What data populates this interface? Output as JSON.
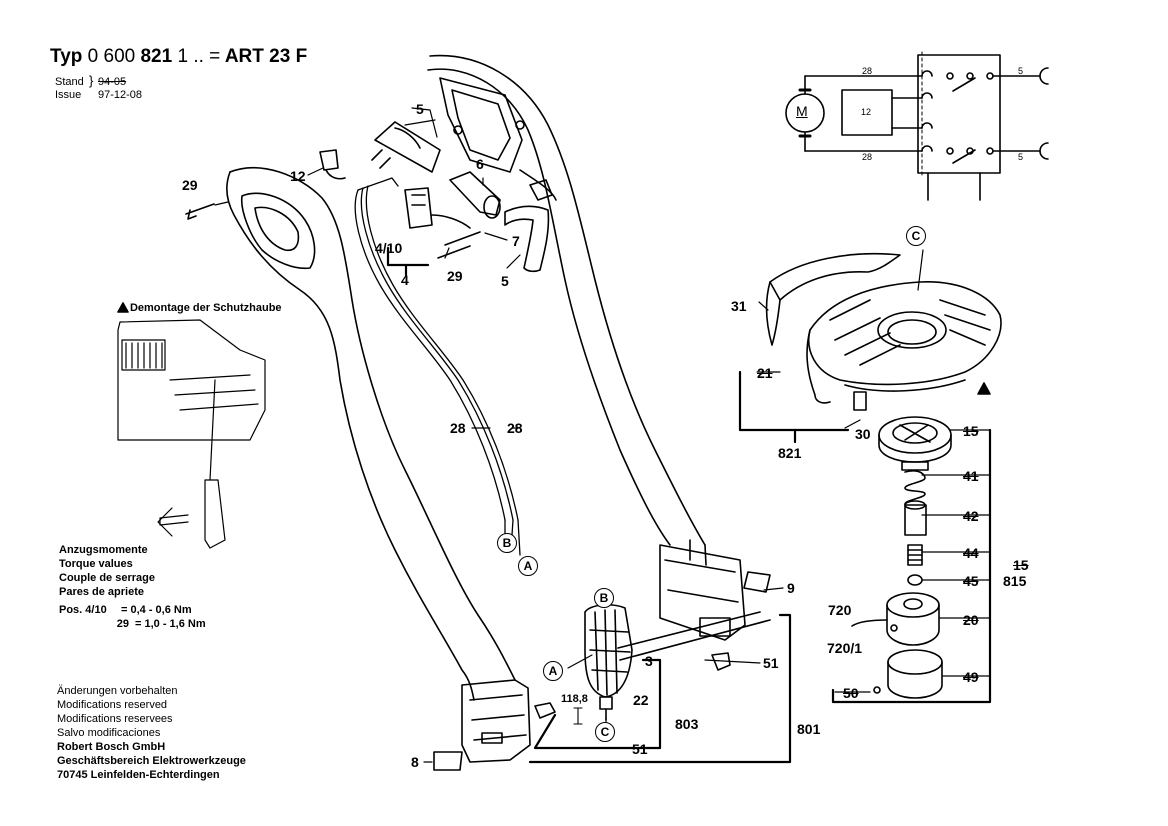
{
  "header": {
    "typ_prefix": "Typ",
    "typ_number_a": "0 600",
    "typ_number_b": "821",
    "typ_number_c": "1 .. =",
    "model": "ART 23 F",
    "stand_label": "Stand",
    "issue_label": "Issue",
    "stand_old": "94-05",
    "issue_date": "97-12-08"
  },
  "demontage": {
    "triangle": "▲",
    "title": "Demontage der Schutzhaube"
  },
  "torque": {
    "lines": [
      "Anzugsmomente",
      "Torque values",
      "Couple de serrage",
      "Pares de apriete"
    ],
    "rows": [
      {
        "pos": "Pos. 4/10",
        "value": "= 0,4 - 0,6 Nm"
      },
      {
        "pos": "29",
        "value": "= 1,0 - 1,6 Nm"
      }
    ]
  },
  "footer": {
    "lines": [
      "Änderungen vorbehalten",
      "Modifications reserved",
      "Modifications reservees",
      "Salvo modificaciones"
    ],
    "company": [
      "Robert Bosch GmbH",
      "Geschäftsbereich Elektrowerkzeuge",
      "70745 Leinfelden-Echterdingen"
    ]
  },
  "wiring": {
    "motor": "M",
    "box": "12",
    "wire_top": "28",
    "wire_bottom": "28",
    "right_top": "5",
    "right_bottom": "5"
  },
  "callouts": {
    "p29a": "29",
    "p12": "12",
    "p5a": "5",
    "p6": "6",
    "p7": "7",
    "p410": "4/10",
    "p4": "4",
    "p29b": "29",
    "p5b": "5",
    "p28a": "28",
    "p28b": "28",
    "p9": "9",
    "p3": "3",
    "p22": "22",
    "p118": "118,8",
    "p803": "803",
    "p51a": "51",
    "p51b": "51",
    "p801": "801",
    "p8": "8",
    "p31": "31",
    "p21": "21",
    "p30": "30",
    "p821": "821",
    "p15a": "15",
    "p41": "41",
    "p42": "42",
    "p44": "44",
    "p15b": "15",
    "p45": "45",
    "p815": "815",
    "p720": "720",
    "p7201": "720/1",
    "p20": "20",
    "p50": "50",
    "p49": "49"
  },
  "circles": {
    "b1": "B",
    "a1": "A",
    "b2": "B",
    "a2": "A",
    "c1": "C",
    "c2": "C"
  },
  "colors": {
    "ink": "#000000",
    "paper": "#ffffff",
    "dot": "#6a6a6a"
  }
}
